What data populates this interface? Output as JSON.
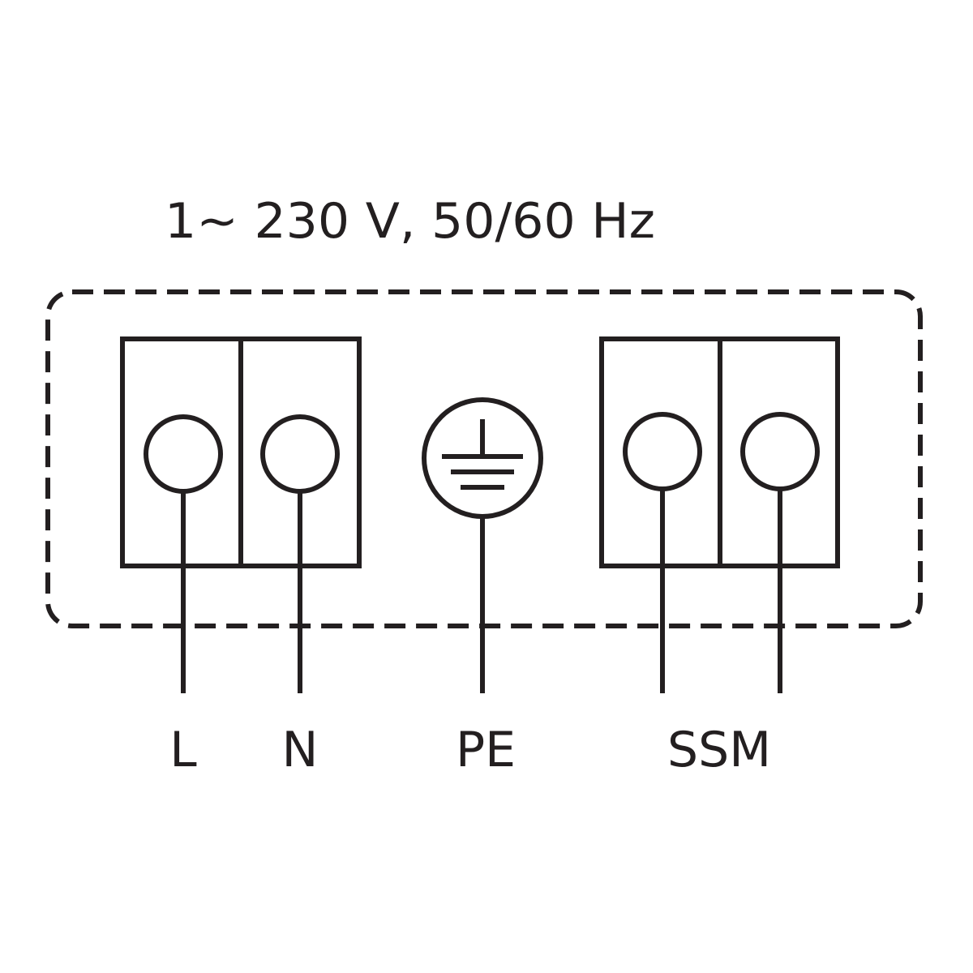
{
  "supply_label": "1~ 230 V, 50/60 Hz",
  "terminal_labels": {
    "L": "L",
    "N": "N",
    "PE": "PE",
    "SSM": "SSM"
  },
  "colors": {
    "line": "#231f20",
    "background": "#ffffff"
  }
}
